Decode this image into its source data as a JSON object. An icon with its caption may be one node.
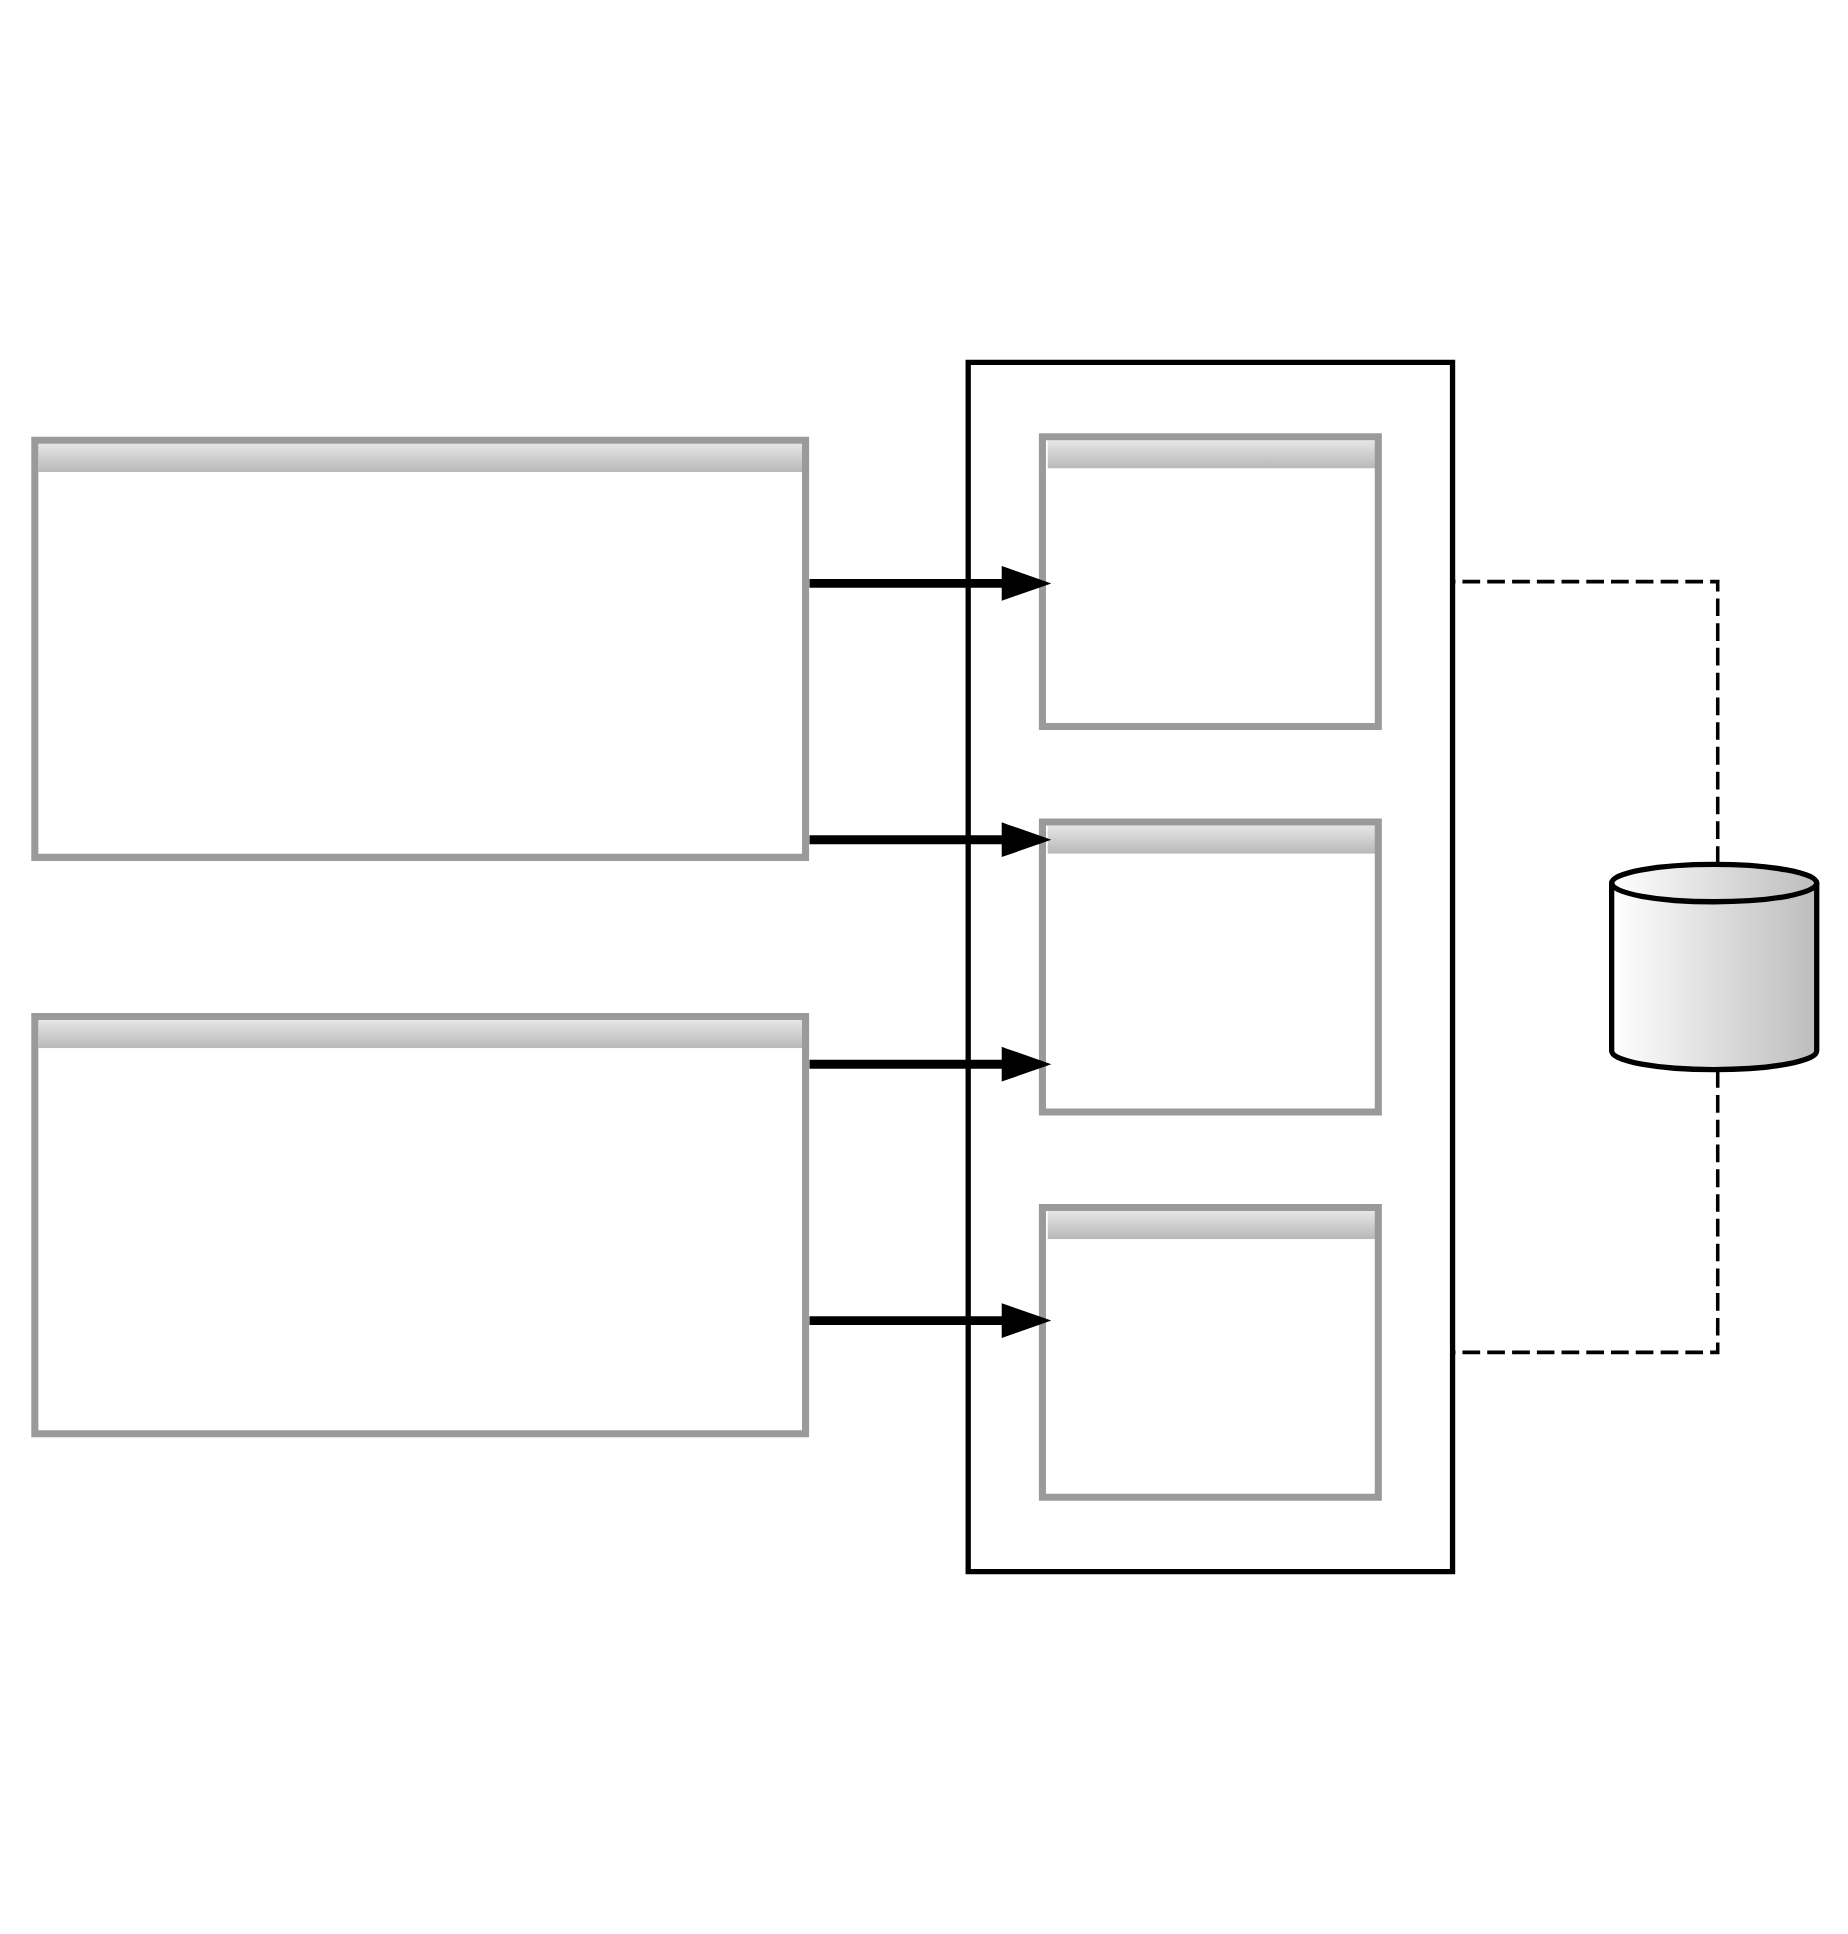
{
  "diagram": {
    "nodes": [
      {
        "text": [],
        "shape": "box"
      },
      {
        "text": [],
        "shape": "box"
      },
      {
        "text": [],
        "shape": "box"
      },
      {
        "text": [],
        "shape": "box",
        "in": 2
      },
      {
        "text": [],
        "shape": "box",
        "in": 2
      },
      {
        "text": [],
        "shape": "box",
        "in": 2
      },
      {
        "text": [],
        "shape": "cylinder"
      }
    ],
    "edges": [
      {
        "from": 0,
        "to": 3,
        "arrow": "to"
      },
      {
        "from": 0,
        "to": 4,
        "arrow": "to"
      },
      {
        "from": 1,
        "to": 4,
        "arrow": "to"
      },
      {
        "from": 1,
        "to": 5,
        "arrow": "to"
      },
      {
        "from": 6,
        "to": 2,
        "arrow": "none",
        "style": "dashed"
      },
      {
        "from": 6,
        "to": 2,
        "arrow": "none",
        "style": "dashed"
      }
    ]
  }
}
